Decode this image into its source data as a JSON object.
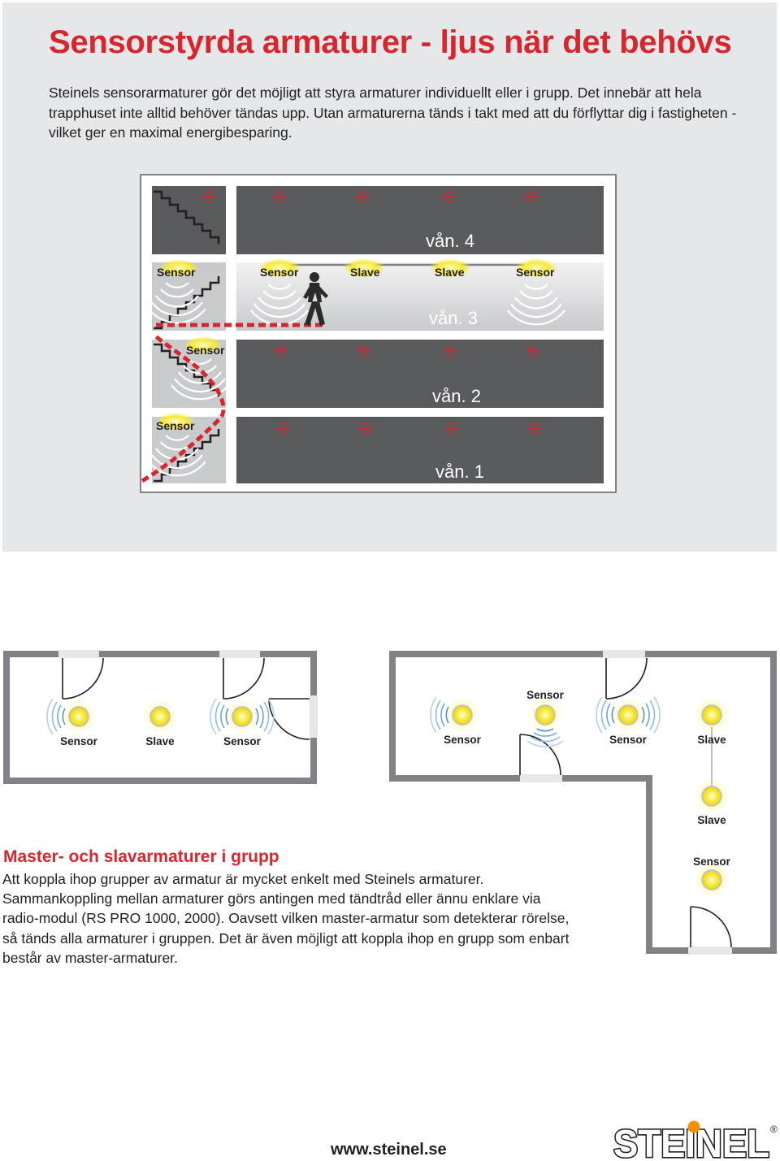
{
  "header": {
    "title": "Sensorstyrda armaturer - ljus när det behövs",
    "intro": "Steinels sensorarmaturer gör det möjligt att styra armaturer individuellt eller i grupp. Det innebär att hela trapphuset inte alltid behöver tändas upp. Utan armaturerna tänds i takt med att du förflyttar dig i fastigheten -  vilket ger en maximal energibesparing."
  },
  "stairwell": {
    "floors": [
      "vån. 4",
      "vån. 3",
      "vån. 2",
      "vån. 1"
    ],
    "stair_sensor_labels": [
      "Sensor",
      "Sensor",
      "Sensor"
    ],
    "corridor_lamp_labels": [
      "Sensor",
      "Slave",
      "Slave",
      "Sensor"
    ]
  },
  "floorplans": {
    "plan_a_labels": [
      "Sensor",
      "Slave",
      "Sensor"
    ],
    "plan_b_labels": [
      "Sensor",
      "Sensor",
      "Sensor",
      "Slave",
      "Slave",
      "Sensor"
    ]
  },
  "group": {
    "title": "Master- och slavarmaturer i grupp",
    "body": "Att koppla ihop grupper av armatur är mycket enkelt med Steinels armaturer. Sammankoppling mellan armaturer görs antingen med tändtråd eller ännu enklare via radio-modul (RS PRO 1000, 2000). Oavsett vilken master-armatur som detekterar rörelse, så tänds alla armaturer i gruppen. Det är även möjligt att koppla ihop en grupp som enbart består av master-armaturer."
  },
  "footer": {
    "website": "www.steinel.se",
    "logo_text": "STEINEL",
    "registered_mark": "®"
  },
  "colors": {
    "accent_red": "#d7272e",
    "corridor_dark": "#595a5c",
    "corridor_lit": "#dcdddf",
    "lamp_yellow": "#f6ea3a",
    "wall_gray": "#808285",
    "logo_orange": "#f39200"
  }
}
